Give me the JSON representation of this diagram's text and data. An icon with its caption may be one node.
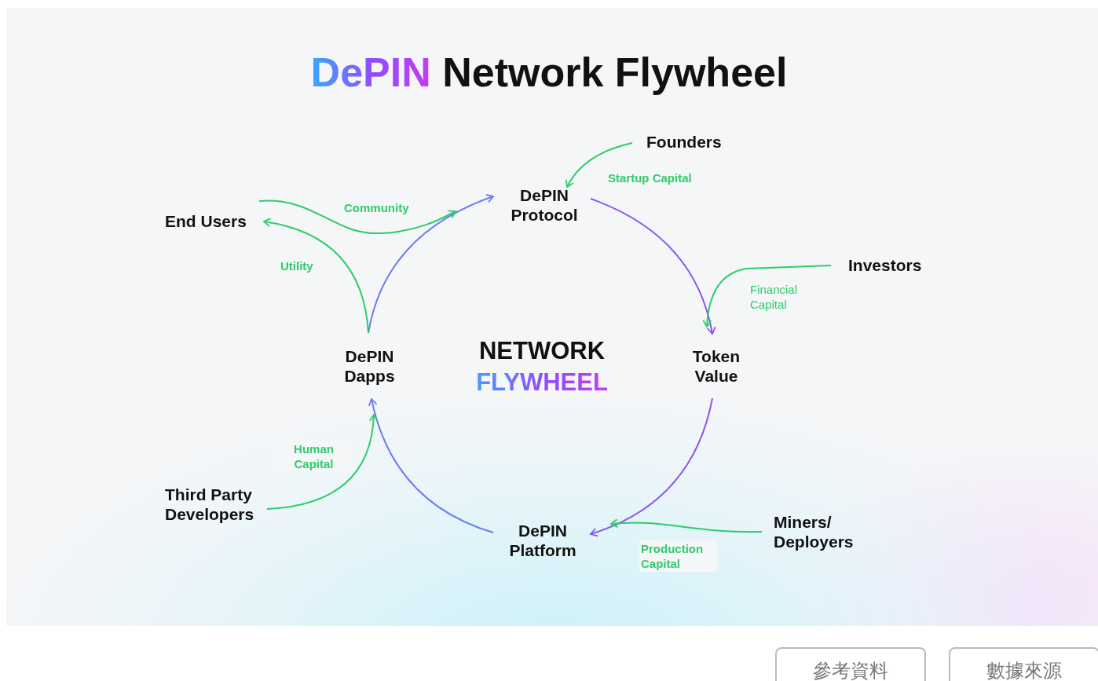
{
  "diagram": {
    "title": "DePIN Network Flywheel",
    "nodes": [
      {
        "text": [
          "Founders"
        ]
      },
      {
        "text": [
          "DePIN Protocol"
        ]
      },
      {
        "text": [
          "End Users"
        ]
      },
      {
        "text": [
          "Investors"
        ]
      },
      {
        "text": [
          "Token Value"
        ]
      },
      {
        "text": [
          "DePIN Dapps"
        ]
      },
      {
        "text": [
          "Third Party Developers"
        ]
      },
      {
        "text": [
          "DePIN Platform"
        ]
      },
      {
        "text": [
          "Miners/ Deployers"
        ]
      }
    ],
    "edges": [
      {
        "from": 0,
        "to": 1,
        "arrow": "to",
        "label": "Startup Capital"
      },
      {
        "from": 1,
        "to": 4,
        "arrow": "to",
        "color": "#8a55f0"
      },
      {
        "from": 3,
        "to": 4,
        "arrow": "to",
        "label": "Financial Capital"
      },
      {
        "from": 4,
        "to": 7,
        "arrow": "to",
        "color": "#8a55f0"
      },
      {
        "from": 8,
        "to": 7,
        "arrow": "to",
        "label": "Production Capital"
      },
      {
        "from": 7,
        "to": 5,
        "arrow": "to",
        "color": "#6a7cf2"
      },
      {
        "from": 6,
        "to": 5,
        "arrow": "to",
        "label": "Human Capital"
      },
      {
        "from": 5,
        "to": 1,
        "arrow": "to",
        "color": "#6a7cf2"
      },
      {
        "from": 5,
        "to": 2,
        "arrow": "to",
        "label": "Utility"
      },
      {
        "from": 2,
        "to": 1,
        "arrow": "to",
        "label": "Community"
      }
    ],
    "labels": [
      "NETWORK",
      "FLYWHEEL",
      "參考資料",
      "數據來源"
    ]
  }
}
